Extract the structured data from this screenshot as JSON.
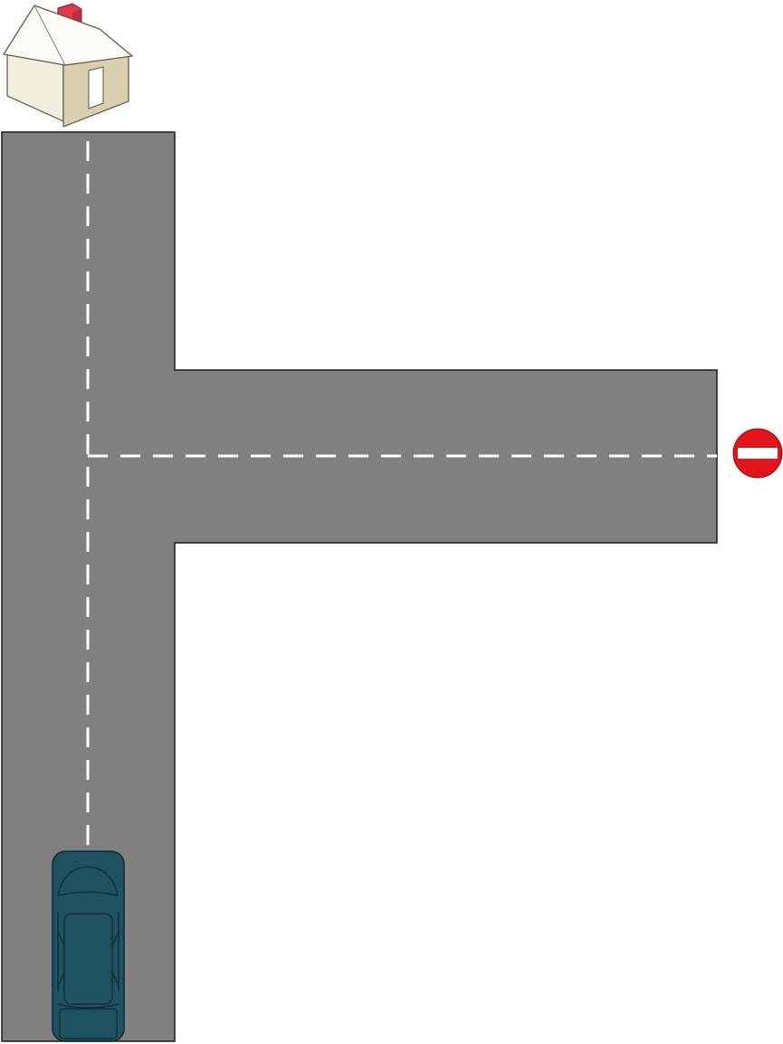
{
  "diagram": {
    "type": "road-map",
    "elements": [
      "house",
      "vertical-road",
      "horizontal-road",
      "dashed-center-lines",
      "car",
      "no-entry-sign"
    ]
  },
  "colors": {
    "background": "#ffffff",
    "road": "#808080",
    "road_border": "#1a1a1a",
    "lane_marking": "#ffffff",
    "car_body": "#1f5260",
    "car_outline": "#0e2a32",
    "house_wall": "#f3efdf",
    "house_roof": "#fbfaf6",
    "house_shadow": "#d8cfae",
    "chimney": "#e0384a",
    "no_entry_red": "#e0161c",
    "no_entry_bar": "#ffffff"
  },
  "icons": {
    "house": "house-icon",
    "car": "car-icon",
    "sign": "no-entry-sign-icon"
  }
}
